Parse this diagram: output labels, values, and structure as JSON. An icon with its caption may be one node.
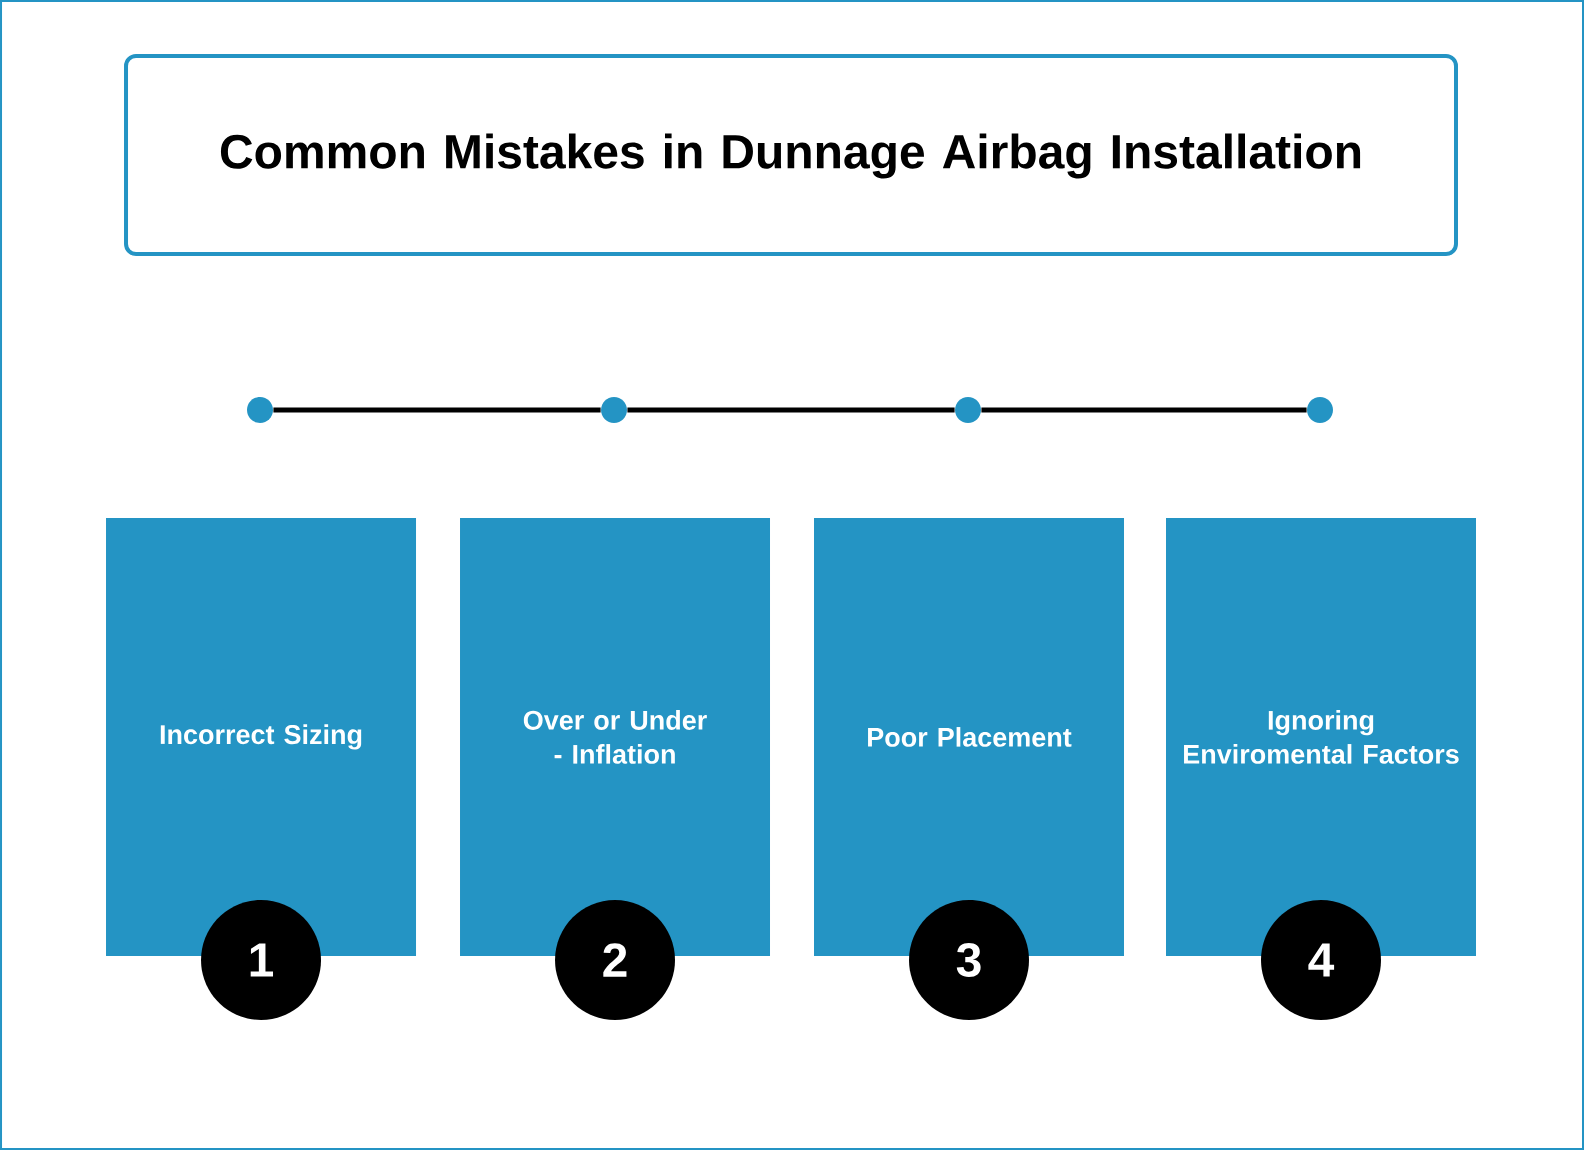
{
  "diagram": {
    "title": "Common Mistakes in Dunnage Airbag Installation",
    "nodes": [
      {
        "text": [],
        "shape": "circle"
      },
      {
        "text": [],
        "shape": "circle"
      },
      {
        "text": [],
        "shape": "circle"
      },
      {
        "text": [],
        "shape": "circle"
      },
      {
        "text": [
          "Incorrect Sizing"
        ]
      },
      {
        "text": [
          "Over or Under - Inflation"
        ]
      },
      {
        "text": [
          "Poor Placement"
        ]
      },
      {
        "text": [
          "Ignoring Enviromental Factors"
        ]
      },
      {
        "text": [
          "1"
        ]
      },
      {
        "text": [
          "2"
        ]
      },
      {
        "text": [
          "3"
        ]
      },
      {
        "text": [
          "4"
        ]
      }
    ],
    "edges": [
      {
        "from": 0,
        "to": 1,
        "arrow": "none"
      },
      {
        "from": 1,
        "to": 2,
        "arrow": "none"
      },
      {
        "from": 2,
        "to": 3,
        "arrow": "none"
      }
    ]
  }
}
